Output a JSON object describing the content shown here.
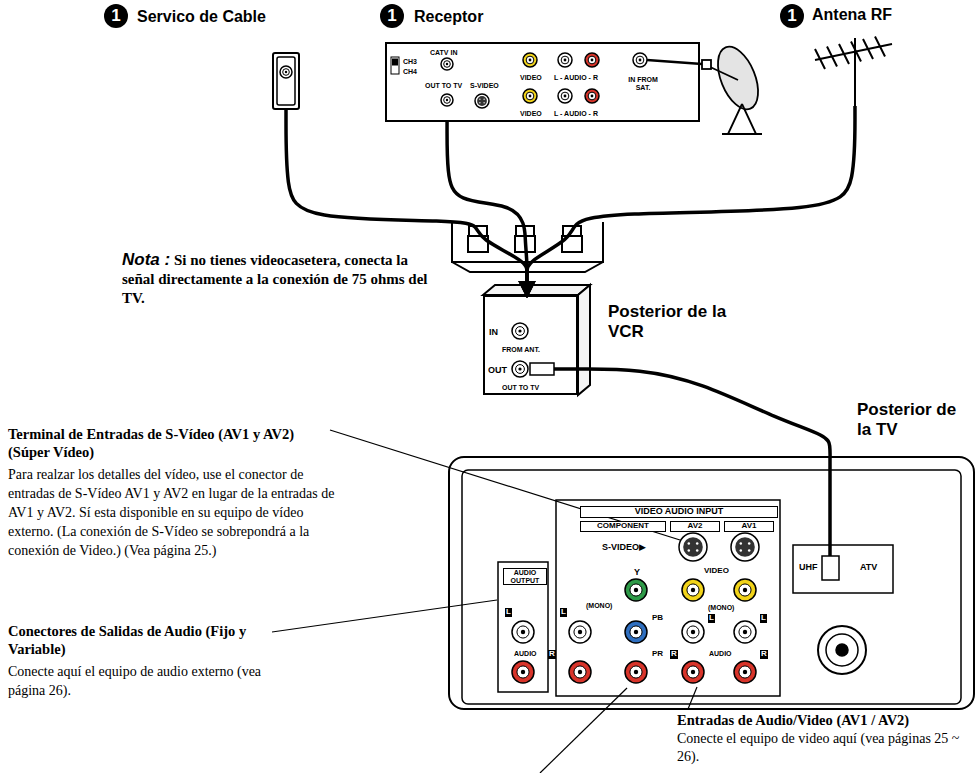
{
  "diagram": {
    "nodes": [
      {
        "text": [
          "Servico de Cable"
        ]
      },
      {
        "text": [
          "Receptor",
          "CH3",
          "CH4",
          "CATV IN",
          "OUT TO TV",
          "S-VIDEO",
          "VIDEO",
          "L - AUDIO - R",
          "VIDEO",
          "L - AUDIO - R",
          "IN FROM SAT."
        ]
      },
      {
        "text": [
          "Antena RF"
        ]
      },
      {
        "text": [
          "Posterior de la VCR",
          "IN",
          "FROM ANT.",
          "OUT",
          "OUT TO TV"
        ]
      },
      {
        "text": [
          "Posterior de la TV",
          "VIDEO AUDIO INPUT",
          "COMPONENT",
          "AV2",
          "AV1",
          "S-VIDEO▶",
          "Y",
          "VIDEO",
          "AUDIO OUTPUT",
          "(MONO)",
          "L",
          "L",
          "PB",
          "(MONO)",
          "L",
          "L",
          "AUDIO",
          "R",
          "PR",
          "R",
          "AUDIO",
          "R",
          "UHF",
          "ATV"
        ]
      }
    ],
    "edges": [
      {
        "from": 0,
        "to": 3,
        "arrow": "to"
      },
      {
        "from": 1,
        "to": 3,
        "arrow": "to"
      },
      {
        "from": 2,
        "to": 3,
        "arrow": "to"
      },
      {
        "from": 3,
        "to": 4,
        "arrow": "none"
      }
    ],
    "labels": [
      "1",
      "1",
      "1",
      "Nota :",
      "Si no tienes videocasetera, conecta la señal directamente a la conexión de 75 ohms del TV.",
      "Terminal de Entradas de S-Vídeo (AV1 y AV2) (Súper Vídeo)",
      "Para realzar los detalles del vídeo, use el conector de entradas de S-Vídeo AV1 y AV2 en lugar de la entradas de AV1 y AV2. Sí esta disponible en su equipo de vídeo externo. (La conexión de S-Vídeo se sobrepondrá a la conexión de Video.) (Vea página 25.)",
      "Conectores de Salidas de Audio (Fijo y Variable)",
      "Conecte aquí el equipo de audio externo (vea página 26).",
      "Entradas de Audio/Video (AV1 / AV2)",
      "Conecte el equipo de video aquí (vea páginas 25 ~ 26)."
    ]
  }
}
